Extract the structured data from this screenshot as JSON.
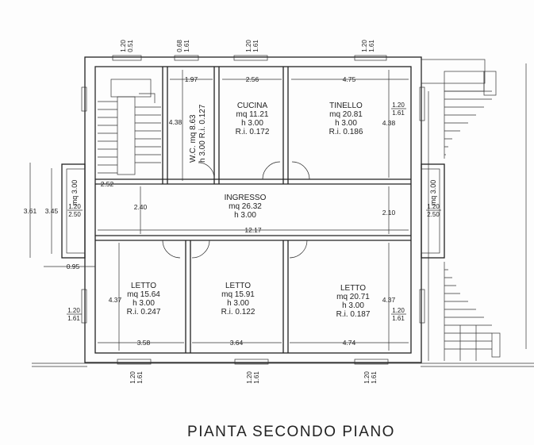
{
  "plan_title": "PIANTA SECONDO PIANO",
  "rooms": {
    "cucina": {
      "name": "CUCINA",
      "mq": "mq  11.21",
      "h": "h  3.00",
      "ri": "R.i.  0.172"
    },
    "tinello": {
      "name": "TINELLO",
      "mq": "mq  20.81",
      "h": "h  3.00",
      "ri": "R.i.  0.186"
    },
    "wc": {
      "line1": "W.C.  mq  8.63",
      "line2": "h  3.00   R.i.  0.127"
    },
    "ingresso": {
      "name": "INGRESSO",
      "mq": "mq  26.32",
      "h": "h  3.00"
    },
    "letto1": {
      "name": "LETTO",
      "mq": "mq  15.64",
      "h": "h  3.00",
      "ri": "R.i.  0.247"
    },
    "letto2": {
      "name": "LETTO",
      "mq": "mq  15.91",
      "h": "h  3.00",
      "ri": "R.i.  0.122"
    },
    "letto3": {
      "name": "LETTO",
      "mq": "mq  20.71",
      "h": "h  3.00",
      "ri": "R.i.  0.187"
    },
    "side_left": {
      "mq": "mq  3.00"
    },
    "side_right": {
      "mq": "mq  3.00"
    }
  },
  "dimensions": {
    "d197": "1.97",
    "d256": "2.56",
    "d475": "4.75",
    "d438a": "4.38",
    "d438b": "4.38",
    "d252": "2.52",
    "d240": "2.40",
    "d210": "2.10",
    "d1217": "12.17",
    "d095": "0.95",
    "d358": "3.58",
    "d364": "3.64",
    "d474": "4.74",
    "d437a": "4.37",
    "d437b": "4.37",
    "d361": "3.61",
    "d345": "3.45"
  },
  "windows": {
    "top_stair": [
      "1.20",
      "0.51"
    ],
    "top_wc": [
      "0.68",
      "1.61"
    ],
    "top_cucina": [
      "1.20",
      "1.61"
    ],
    "top_tinello": [
      "1.20",
      "1.61"
    ],
    "right_tinello": [
      "1.20",
      "1.61"
    ],
    "left_side": [
      "1.20",
      "2.50"
    ],
    "right_side": [
      "1.20",
      "2.50"
    ],
    "left_letto": [
      "1.20",
      "1.61"
    ],
    "right_letto": [
      "1.20",
      "1.61"
    ],
    "bottom_l1": [
      "1.20",
      "1.61"
    ],
    "bottom_l2": [
      "1.20",
      "1.61"
    ],
    "bottom_l3": [
      "1.20",
      "1.61"
    ]
  }
}
